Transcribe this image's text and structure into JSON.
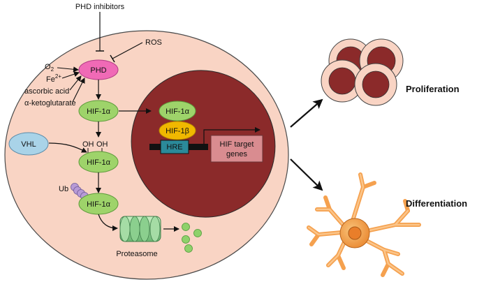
{
  "diagram": {
    "inhibitors": {
      "phd_inhibitors": "PHD inhibitors",
      "ros": "ROS"
    },
    "cofactors": {
      "o2": "O",
      "o2_sub": "2",
      "fe": "Fe",
      "fe_sup": "2+",
      "ascorbic_acid": "ascorbic acid",
      "alpha_kg": "α-ketoglutarate"
    },
    "nodes": {
      "phd": "PHD",
      "hif1a_top": "HIF-1α",
      "hif1a_mid": "HIF-1α",
      "hif1a_low": "HIF-1α",
      "vhl": "VHL",
      "oh_left": "OH",
      "oh_right": "OH",
      "ub": "Ub",
      "proteasome": "Proteasome"
    },
    "nucleus": {
      "hif1a": "HIF-1α",
      "hif1b": "HIF-1β",
      "hre": "HRE",
      "target_line1": "HIF target",
      "target_line2": "genes"
    },
    "outcomes": {
      "proliferation": "Proliferation",
      "differentiation": "Differentiation"
    },
    "colors": {
      "cell_fill": "#f9d4c4",
      "cell_stroke": "#4a4a4a",
      "nucleus_fill": "#8b2a2a",
      "hif_green": "#9ed36a",
      "hif_green_stroke": "#5c9a3a",
      "phd_pink": "#f06ab6",
      "vhl_blue": "#a9d3e8",
      "hif1b_yellow": "#f0b800",
      "hre_teal": "#2b8a9a",
      "target_box": "#d98c90",
      "neuron_orange": "#f5a14f",
      "ub_purple": "#b79ad6",
      "fragment_green": "#8ed16a"
    }
  }
}
